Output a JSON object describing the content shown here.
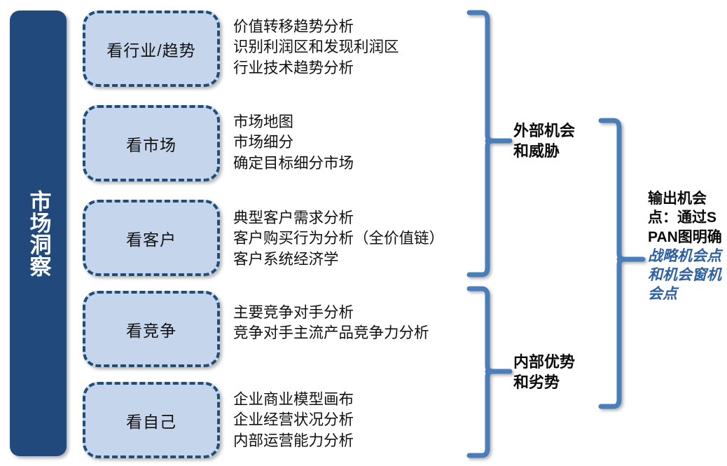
{
  "diagram": {
    "title": "市场洞察",
    "spine": {
      "label": "市场洞察",
      "color": "#21497C"
    },
    "box_fill": "#C5D5EC",
    "box_border": "#1F4E79",
    "bracket_color": "#4A7EBB",
    "accent_italic_color": "#2E5FA3",
    "stages": [
      {
        "name": "看行业/趋势",
        "details": [
          "价值转移趋势分析",
          "识别利润区和发现利润区",
          "行业技术趋势分析"
        ]
      },
      {
        "name": "看市场",
        "details": [
          "市场地图",
          "市场细分",
          "确定目标细分市场"
        ]
      },
      {
        "name": "看客户",
        "details": [
          "典型客户需求分析",
          "客户购买行为分析（全价值链）",
          "客户系统经济学"
        ]
      },
      {
        "name": "看竞争",
        "details": [
          "主要竞争对手分析",
          "竞争对手主流产品竞争力分析"
        ]
      },
      {
        "name": "看自己",
        "details": [
          "企业商业模型画布",
          "企业经营状况分析",
          "内部运营能力分析"
        ]
      }
    ],
    "groups": [
      {
        "lines": [
          "外部机会",
          "和威胁"
        ]
      },
      {
        "lines": [
          "内部优势",
          "和劣势"
        ]
      }
    ],
    "output": {
      "plain_prefix": "输出机会点：通过SPAN图明确",
      "emphasis": "战略机会点和机会窗机会点"
    }
  }
}
